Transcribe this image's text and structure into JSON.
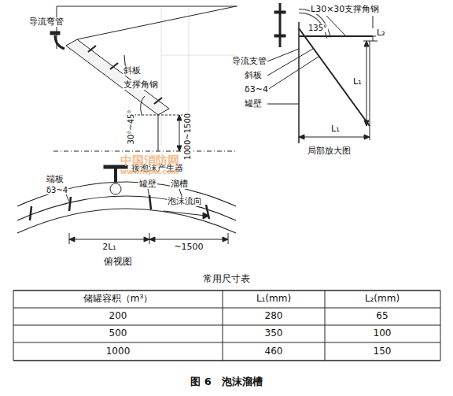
{
  "diagram": {
    "caption": "图 6　泡沫溜槽",
    "labels": [
      "导流弯管",
      "斜板",
      "支撑角钢",
      "30°~45°",
      "1000~1500",
      "L30×30支撑角钢",
      "135°",
      "L₂",
      "导流支管",
      "斜板",
      "δ3~4",
      "罐壁",
      "L₁",
      "L₁",
      "局部放大图",
      "端板",
      "δ3~4",
      "接泡沫产生器",
      "罐壁",
      "溜槽",
      "泡沫流向",
      "2L₁",
      "~1500",
      "俯视图",
      "常用尺寸表",
      "储罐容积（m³）",
      "L₁(mm)",
      "L₂(mm)",
      "200",
      "280",
      "65",
      "500",
      "350",
      "100",
      "1000",
      "460",
      "150",
      "中国消防网",
      "www.tfpw.com"
    ]
  }
}
